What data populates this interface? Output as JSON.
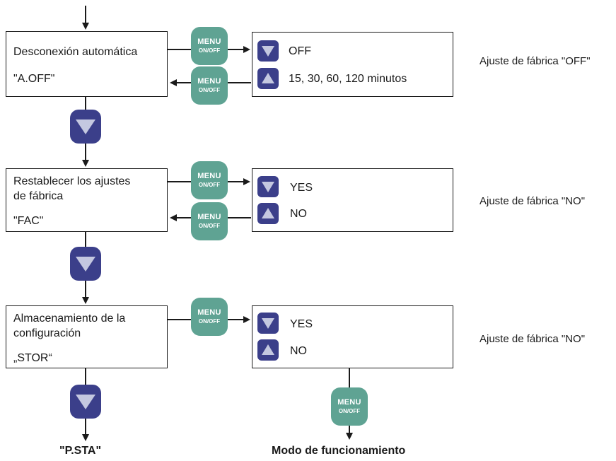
{
  "colors": {
    "menu_button": "#5fa393",
    "nav_button": "#3b3f8a",
    "arrow_fill": "#c4c8e0",
    "line": "#1a1a1a"
  },
  "menu_button": {
    "line1": "MENU",
    "line2": "ON/OFF"
  },
  "steps": [
    {
      "title": "Desconexión automática",
      "code": "\"A.OFF\"",
      "options": [
        "OFF",
        "15, 30, 60, 120 minutos"
      ],
      "factory_note": "Ajuste de fábrica \"OFF\""
    },
    {
      "title_line1": "Restablecer los ajustes",
      "title_line2": "de fábrica",
      "code": "\"FAC\"",
      "options": [
        "YES",
        "NO"
      ],
      "factory_note": "Ajuste de fábrica \"NO\""
    },
    {
      "title_line1": "Almacenamiento de la",
      "title_line2": "configuración",
      "code": "„STOR“",
      "options": [
        "YES",
        "NO"
      ],
      "factory_note": "Ajuste de fábrica \"NO\""
    }
  ],
  "next_step": "\"P.STA\"",
  "final_mode": "Modo de funcionamiento",
  "icons": {
    "down": "down-triangle-icon",
    "up": "up-triangle-icon"
  }
}
